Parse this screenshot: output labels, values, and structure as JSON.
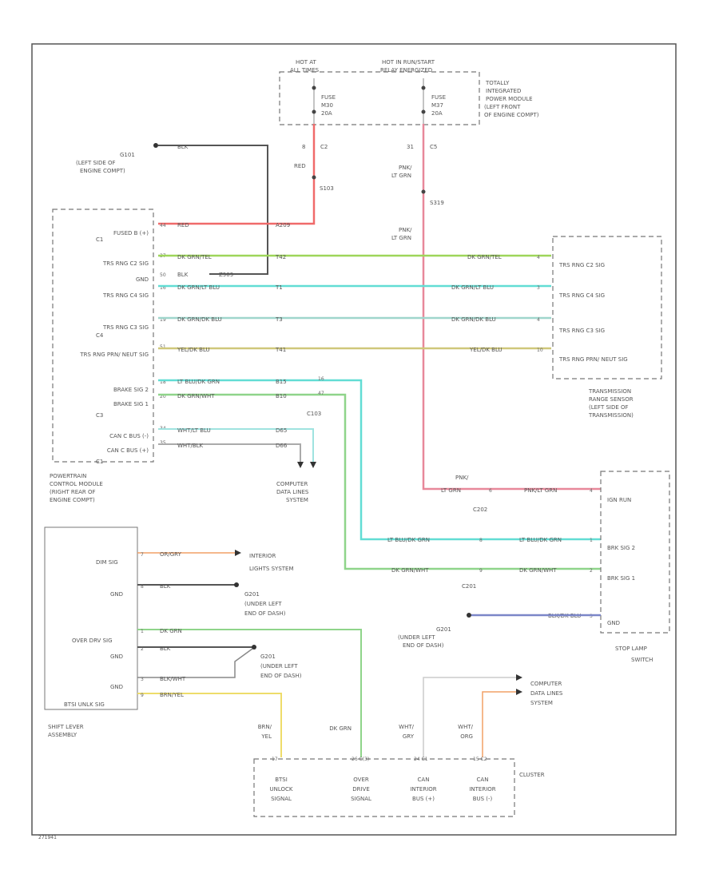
{
  "colors": {
    "red": "#f06a6a",
    "pink": "#e8889a",
    "green": "#9ed65a",
    "cyan": "#62ddd4",
    "teal_light": "#9fd6cc",
    "olive": "#cfc77a",
    "black": "#555555",
    "gray": "#aaaaaa",
    "orange": "#f2a066",
    "yellow": "#eedc6a",
    "blue": "#7b86c8",
    "dkgreen": "#8fd48a"
  },
  "diagram_id": "271941",
  "top_labels": {
    "hot_run_start": "HOT AT ALL TIMES",
    "hot_run_start_line1": "HOT AT",
    "hot_run_start_line2": "ALL TIMES",
    "hot_in_run": "HOT IN RUN/START",
    "hot_in_run_line1": "HOT IN RUN/START",
    "hot_in_run_line2": "RELAY ENERGIZED",
    "fuse_left_line1": "FUSE",
    "fuse_left_line2": "M30",
    "fuse_left_line3": "20A",
    "fuse_right_line1": "FUSE",
    "fuse_right_line2": "M37",
    "fuse_right_line3": "20A",
    "tipm_line1": "TOTALLY",
    "tipm_line2": "INTEGRATED",
    "tipm_line3": "POWER MODULE",
    "tipm_line4": "(LEFT FRONT",
    "tipm_line5": "OF ENGINE COMPT)",
    "c2_pin": "8",
    "c2": "C2",
    "c5_pin": "31",
    "c5": "C5",
    "red": "RED",
    "pnk_ltgrn_1": "PNK/",
    "pnk_ltgrn_2": "LT GRN",
    "s103": "S103",
    "s319": "S319",
    "pnk_ltgrn_b1": "PNK/",
    "pnk_ltgrn_b2": "LT GRN"
  },
  "ground_g101": {
    "label_line1": "G101",
    "label_line2": "(LEFT SIDE OF",
    "label_line3": "ENGINE COMPT)",
    "wire": "BLK"
  },
  "pcm": {
    "name_line1": "POWERTRAIN",
    "name_line2": "CONTROL MODULE",
    "name_line3": "(RIGHT REAR OF",
    "name_line4": "ENGINE COMPT)",
    "pins": [
      "FUSED B (+)",
      "TRS RNG C2 SIG",
      "GND",
      "TRS RNG C4 SIG",
      "TRS RNG C3 SIG",
      "TRS RNG PRN/ NEUT SIG",
      "BRAKE SIG 2",
      "BRAKE SIG 1",
      "CAN C BUS (-)",
      "CAN C BUS (+)"
    ],
    "connectors": [
      "C1",
      "C4",
      "C3",
      "C1"
    ],
    "pin_nums": [
      "44",
      "37",
      "50",
      "16",
      "19",
      "51",
      "18",
      "20",
      "34",
      "35"
    ],
    "wires": [
      "RED",
      "DK GRN/TEL",
      "BLK",
      "DK GRN/LT BLU",
      "DK GRN/DK BLU",
      "YEL/DK BLU",
      "LT BLU/DK GRN",
      "DK GRN/WHT",
      "WHT/LT BLU",
      "WHT/BLK"
    ],
    "circuits": [
      "A209",
      "T42",
      "Z909",
      "T1",
      "T3",
      "T41",
      "B15",
      "B10",
      "D65",
      "D66"
    ]
  },
  "trs": {
    "name_line1": "TRANSMISSION",
    "name_line2": "RANGE SENSOR",
    "name_line3": "(LEFT SIDE OF",
    "name_line4": "TRANSMISSION)",
    "pins": [
      "TRS RNG C2 SIG",
      "TRS RNG C4 SIG",
      "TRS RNG C3 SIG",
      "TRS RNG PRN/ NEUT SIG"
    ],
    "wires": [
      "DK GRN/TEL",
      "DK GRN/LT BLU",
      "DK GRN/DK BLU",
      "YEL/DK BLU"
    ],
    "pin_nums": [
      "4",
      "3",
      "4",
      "10"
    ]
  },
  "c103": {
    "label": "C103",
    "pin1": "16",
    "pin2": "47"
  },
  "computer_data_1": {
    "line1": "COMPUTER",
    "line2": "DATA LINES",
    "line3": "SYSTEM"
  },
  "stop_lamp": {
    "name_line1": "STOP LAMP",
    "name_line2": "SWITCH",
    "pins": [
      "IGN RUN",
      "BRK SIG 2",
      "BRK SIG 1",
      "GND"
    ],
    "wires": [
      "PNK/LT GRN",
      "LT BLU/DK GRN",
      "DK GRN/WHT",
      "BLK/DK BLU"
    ],
    "pin_nums": [
      "4",
      "1",
      "2",
      "3"
    ],
    "c202": "C202",
    "c201": "C201",
    "c202_pin": "6",
    "c201_pin1": "8",
    "c201_pin2": "9",
    "pnk_ltgrn_1": "PNK/",
    "pnk_ltgrn_2": "LT GRN"
  },
  "g201_a": {
    "line1": "G201",
    "line2": "(UNDER LEFT",
    "line3": "END OF DASH)"
  },
  "sla": {
    "name_line1": "SHIFT LEVER",
    "name_line2": "ASSEMBLY",
    "pins": [
      "DIM SIG",
      "GND",
      "OVER DRV SIG",
      "GND",
      "GND",
      "BTSI UNLK SIG"
    ],
    "pin_nums": [
      "7",
      "8",
      "1",
      "2",
      "3",
      "9"
    ],
    "wires": [
      "OR/GRY",
      "BLK",
      "DK GRN",
      "BLK",
      "BLK/WHT",
      "BRN/YEL"
    ]
  },
  "interior_lights": {
    "line1": "INTERIOR",
    "line2": "LIGHTS SYSTEM"
  },
  "g201_b": {
    "line1": "G201",
    "line2": "(UNDER LEFT",
    "line3": "END OF DASH)"
  },
  "g201_c": {
    "line1": "G201",
    "line2": "(UNDER LEFT",
    "line3": "END OF DASH)"
  },
  "computer_data_2": {
    "line1": "COMPUTER",
    "line2": "DATA LINES",
    "line3": "SYSTEM"
  },
  "cluster": {
    "name": "CLUSTER",
    "cells": [
      {
        "l1": "BTSI",
        "l2": "UNLOCK",
        "l3": "SIGNAL"
      },
      {
        "l1": "OVER",
        "l2": "DRIVE",
        "l3": "SIGNAL"
      },
      {
        "l1": "CAN",
        "l2": "INTERIOR",
        "l3": "BUS (+)"
      },
      {
        "l1": "CAN",
        "l2": "INTERIOR",
        "l3": "BUS (-)"
      }
    ],
    "wires": [
      {
        "l1": "BRN/",
        "l2": "YEL"
      },
      {
        "l1": "DK GRN",
        "l2": ""
      },
      {
        "l1": "WHT/",
        "l2": "GRY"
      },
      {
        "l1": "WHT/",
        "l2": "ORG"
      }
    ],
    "pins": [
      "17",
      "26 C(3)",
      "24 C1",
      "15  C2"
    ]
  }
}
